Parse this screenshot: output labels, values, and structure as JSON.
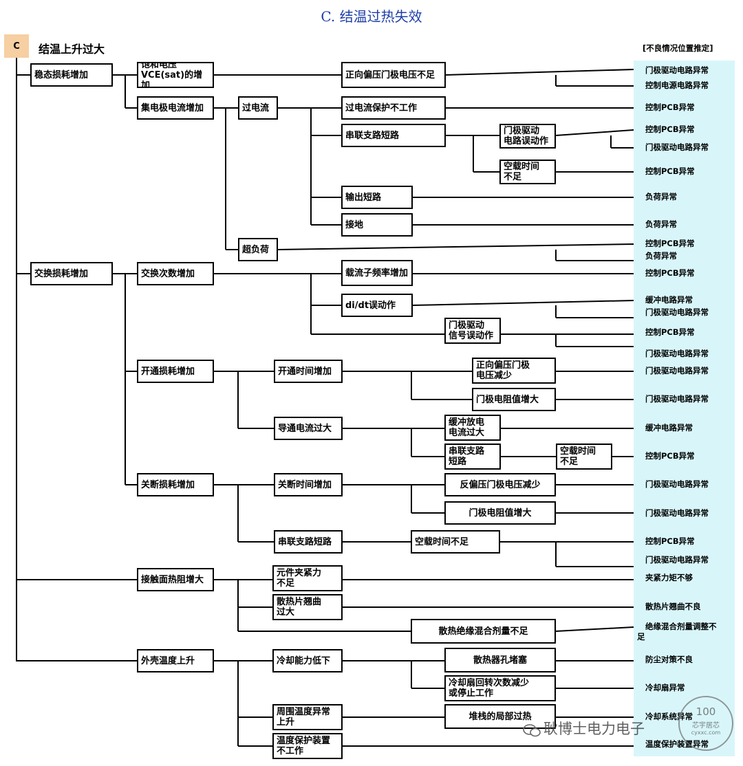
{
  "title": "C. 结温过热失效",
  "root": {
    "badge": "C",
    "label": "结温上升过大"
  },
  "cause_header": "[不良情况位置推定]",
  "nodes": [
    {
      "id": "n1",
      "text": "稳态损耗增加"
    },
    {
      "id": "n2",
      "text": "饱和电压\nVCE(sat)的增加"
    },
    {
      "id": "n3",
      "text": "正向偏压门极电压不足"
    },
    {
      "id": "n4",
      "text": "集电极电流增加"
    },
    {
      "id": "n5",
      "text": "过电流"
    },
    {
      "id": "n6",
      "text": "过电流保护不工作"
    },
    {
      "id": "n7",
      "text": "串联支路短路"
    },
    {
      "id": "n8",
      "text": "门极驱动\n电路误动作"
    },
    {
      "id": "n9",
      "text": "空载时间\n不足"
    },
    {
      "id": "n10",
      "text": "输出短路"
    },
    {
      "id": "n11",
      "text": "接地"
    },
    {
      "id": "n12",
      "text": "超负荷"
    },
    {
      "id": "n13",
      "text": "交换损耗增加"
    },
    {
      "id": "n14",
      "text": "交换次数增加"
    },
    {
      "id": "n15",
      "text": "载流子频率增加"
    },
    {
      "id": "n16",
      "text": "di/dt误动作"
    },
    {
      "id": "n17",
      "text": "门极驱动\n信号误动作"
    },
    {
      "id": "n18",
      "text": "开通损耗增加"
    },
    {
      "id": "n19",
      "text": "开通时间增加"
    },
    {
      "id": "n20",
      "text": "正向偏压门极\n电压减少"
    },
    {
      "id": "n21",
      "text": "门极电阻值增大"
    },
    {
      "id": "n22",
      "text": "导通电流过大"
    },
    {
      "id": "n23",
      "text": "缓冲放电\n电流过大"
    },
    {
      "id": "n24",
      "text": "串联支路\n短路"
    },
    {
      "id": "n25",
      "text": "空载时间\n不足"
    },
    {
      "id": "n26",
      "text": "关断损耗增加"
    },
    {
      "id": "n27",
      "text": "关断时间增加"
    },
    {
      "id": "n28",
      "text": "反偏压门极电压减少"
    },
    {
      "id": "n29",
      "text": "门极电阻值增大"
    },
    {
      "id": "n30",
      "text": "串联支路短路"
    },
    {
      "id": "n31",
      "text": "空载时间不足"
    },
    {
      "id": "n32",
      "text": "接触面热阻增大"
    },
    {
      "id": "n33",
      "text": "元件夹紧力\n不足"
    },
    {
      "id": "n34",
      "text": "散热片翘曲\n过大"
    },
    {
      "id": "n35",
      "text": "散热绝缘混合剂量不足"
    },
    {
      "id": "n36",
      "text": "外壳温度上升"
    },
    {
      "id": "n37",
      "text": "冷却能力低下"
    },
    {
      "id": "n38",
      "text": "散热器孔堵塞"
    },
    {
      "id": "n39",
      "text": "冷却扇回转次数减少\n或停止工作"
    },
    {
      "id": "n40",
      "text": "周围温度异常\n上升"
    },
    {
      "id": "n41",
      "text": "堆栈的局部过热"
    },
    {
      "id": "n42",
      "text": "温度保护装置\n不工作"
    }
  ],
  "causes": [
    "门极驱动电路异常",
    "控制电源电路异常",
    "控制PCB异常",
    "控制PCB异常",
    "门极驱动电路异常",
    "控制PCB异常",
    "负荷异常",
    "负荷异常",
    "控制PCB异常",
    "负荷异常",
    "控制PCB异常",
    "缓冲电路异常",
    "门极驱动电路异常",
    "控制PCB异常",
    "门极驱动电路异常",
    "门极驱动电路异常",
    "门极驱动电路异常",
    "缓冲电路异常",
    "控制PCB异常",
    "门极驱动电路异常",
    "门极驱动电路异常",
    "控制PCB异常",
    "门极驱动电路异常",
    "夹紧力矩不够",
    "散热片翘曲不良",
    "绝缘混合剂量调整不",
    "足",
    "防尘对策不良",
    "冷却扇异常",
    "冷却系统异常",
    "温度保护装置异常"
  ],
  "watermark": "耿博士电力电子",
  "stamp": {
    "top": "100",
    "mid": "芯宇居芯",
    "bottom": "cyxxc.com"
  }
}
